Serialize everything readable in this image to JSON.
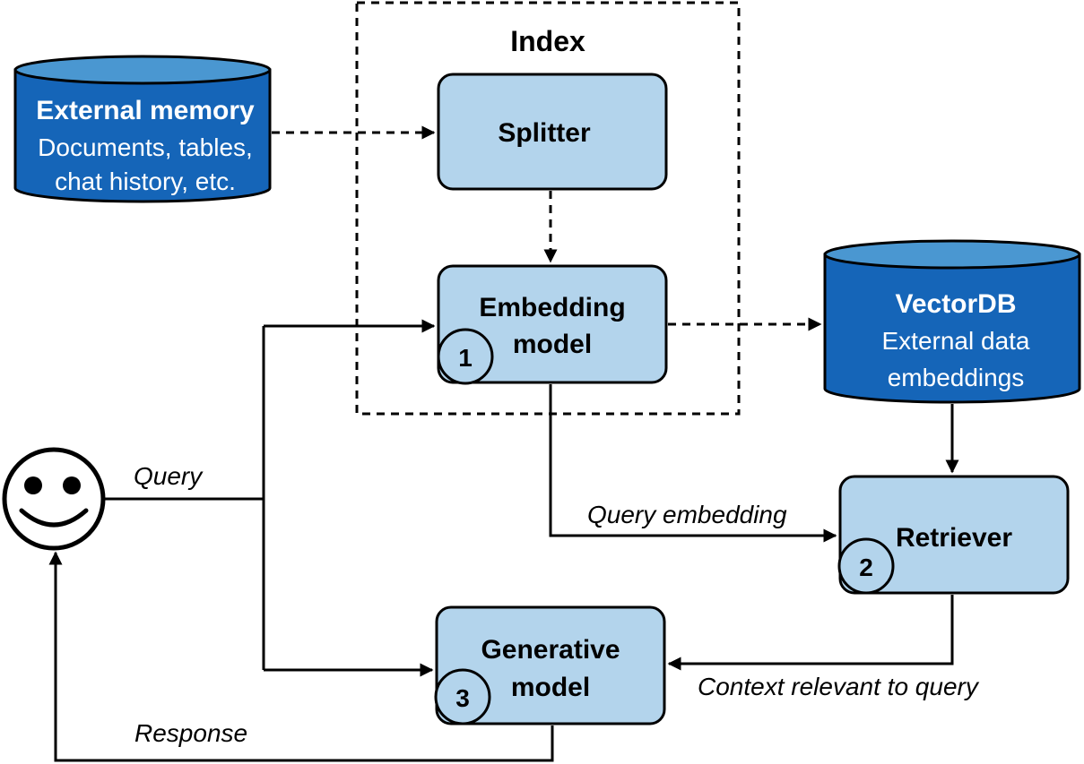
{
  "index": {
    "title": "Index"
  },
  "external_memory": {
    "title": "External memory",
    "line1": "Documents, tables,",
    "line2": "chat history, etc."
  },
  "splitter": {
    "label": "Splitter"
  },
  "embedding_model": {
    "line1": "Embedding",
    "line2": "model",
    "badge": "1"
  },
  "vectordb": {
    "title": "VectorDB",
    "line1": "External data",
    "line2": "embeddings"
  },
  "retriever": {
    "label": "Retriever",
    "badge": "2"
  },
  "generative_model": {
    "line1": "Generative",
    "line2": "model",
    "badge": "3"
  },
  "edges": {
    "query": "Query",
    "query_embedding": "Query embedding",
    "context": "Context relevant to query",
    "response": "Response"
  },
  "colors": {
    "cylinder_fill": "#1565b8",
    "cylinder_top": "#4a97d1",
    "box_fill": "#b3d4ec",
    "stroke": "#000000"
  }
}
